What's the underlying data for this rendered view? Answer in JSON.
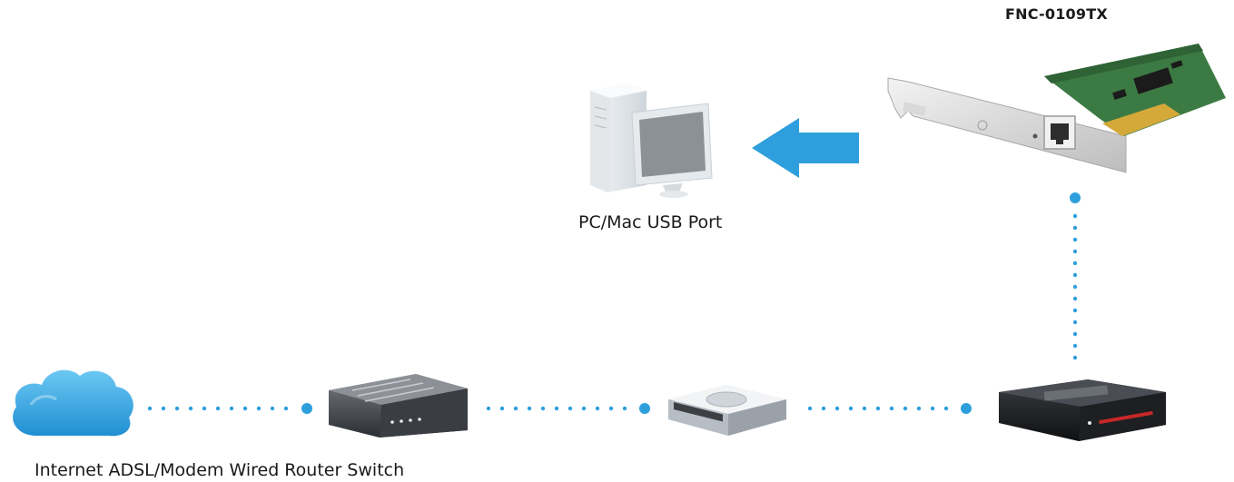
{
  "labels": {
    "product": "FNC-0109TX",
    "pc": "PC/Mac USB Port",
    "chain": "Internet ADSL/Modem Wired Router Switch"
  },
  "colors": {
    "accent_blue": "#2e9fdc",
    "cloud_blue": "#35a7e4",
    "connector_blue": "#2e9fdc"
  },
  "nodes": [
    {
      "id": "internet-cloud",
      "icon": "cloud-icon"
    },
    {
      "id": "adsl-modem",
      "icon": "modem-icon"
    },
    {
      "id": "wired-router",
      "icon": "router-icon"
    },
    {
      "id": "network-switch",
      "icon": "switch-icon"
    },
    {
      "id": "pc-computer",
      "icon": "computer-icon"
    },
    {
      "id": "network-card",
      "icon": "pci-card-icon"
    }
  ],
  "connections": [
    {
      "from": "internet-cloud",
      "to": "adsl-modem",
      "style": "dotted"
    },
    {
      "from": "adsl-modem",
      "to": "wired-router",
      "style": "dotted"
    },
    {
      "from": "wired-router",
      "to": "network-switch",
      "style": "dotted"
    },
    {
      "from": "network-switch",
      "to": "network-card",
      "style": "dotted"
    },
    {
      "from": "network-card",
      "to": "pc-computer",
      "style": "arrow"
    }
  ]
}
